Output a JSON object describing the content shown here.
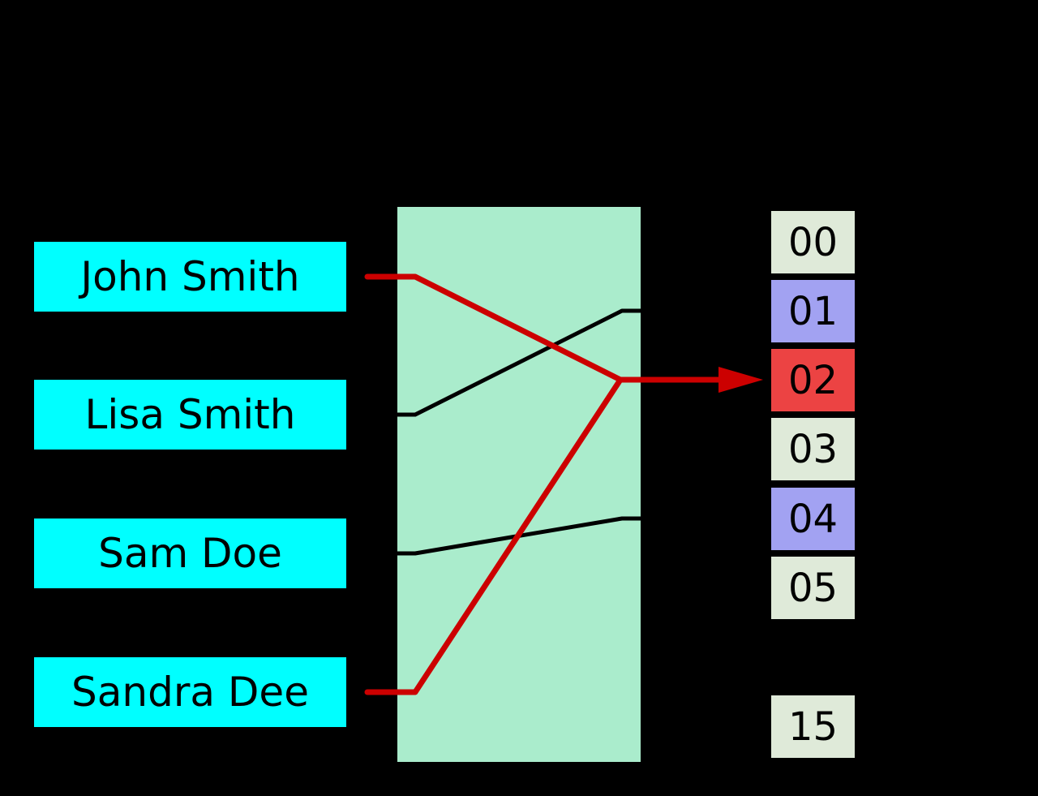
{
  "diagram": {
    "title": "hash-table-collision-diagram",
    "description_depicted": "Keys mapped through a hash function box into numbered buckets; two keys collide on bucket 02"
  },
  "colors": {
    "background": "#000000",
    "key_box": "#00ffff",
    "key_text": "#000000",
    "hash_box": "#aaeccc",
    "bucket_empty": "#dfead9",
    "bucket_occupied": "#a2a2f2",
    "bucket_collision": "#ec4343",
    "bucket_text": "#000000",
    "collision_line": "#cc0000",
    "mapping_line": "#000000"
  },
  "keys": [
    {
      "label": "John Smith",
      "target_bucket": "02",
      "collision": true
    },
    {
      "label": "Lisa Smith",
      "target_bucket": "01",
      "collision": false
    },
    {
      "label": "Sam Doe",
      "target_bucket": "04",
      "collision": false
    },
    {
      "label": "Sandra Dee",
      "target_bucket": "02",
      "collision": true
    }
  ],
  "buckets": [
    {
      "label": "00",
      "state": "empty"
    },
    {
      "label": "01",
      "state": "occupied"
    },
    {
      "label": "02",
      "state": "collision"
    },
    {
      "label": "03",
      "state": "empty"
    },
    {
      "label": "04",
      "state": "occupied"
    },
    {
      "label": "05",
      "state": "empty"
    },
    {
      "label": "15",
      "state": "empty"
    }
  ]
}
